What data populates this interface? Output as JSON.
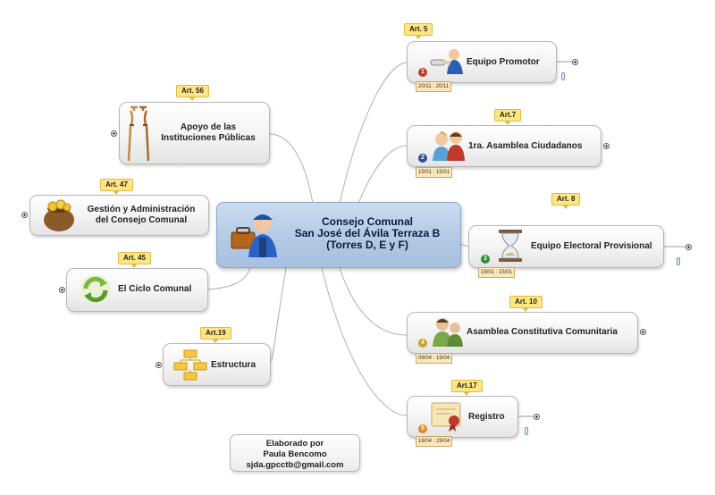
{
  "central": {
    "line1": "Consejo Comunal",
    "line2": "San José del Ávila Terraza B",
    "line3": "(Torres D, E y F)",
    "icon": "worker-toolbox-icon"
  },
  "right_nodes": [
    {
      "label": "Equipo Promotor",
      "art": "Art. 5",
      "priority": "1",
      "dates": "20/11 : 20/11",
      "icon": "handshake-icon"
    },
    {
      "label": "1ra. Asamblea Ciudadanos",
      "art": "Art.7",
      "priority": "2",
      "dates": "15/01 : 15/01",
      "icon": "two-people-icon"
    },
    {
      "label": "Equipo Electoral Provisional",
      "art": "Art. 8",
      "priority": "3",
      "dates": "15/01 : 15/01",
      "icon": "hourglass-icon"
    },
    {
      "label": "Asamblea Constitutiva Comunitaria",
      "art": "Art. 10",
      "priority": "4",
      "dates": "09/04 : 16/04",
      "icon": "group-people-icon"
    },
    {
      "label": "Registro",
      "art": "Art.17",
      "priority": "5",
      "dates": "18/04 : 29/04",
      "icon": "certificate-icon"
    }
  ],
  "left_nodes": [
    {
      "label1": "Apoyo de las",
      "label2": "Instituciones Públicas",
      "art": "Art. 56",
      "icon": "crutches-icon"
    },
    {
      "label1": "Gestión y Administración",
      "label2": "del Consejo Comunal",
      "art": "Art. 47",
      "icon": "money-pot-icon"
    },
    {
      "label1": "El Ciclo Comunal",
      "art": "Art. 45",
      "icon": "cycle-arrows-icon"
    },
    {
      "label1": "Estructura",
      "art": "Art.19",
      "icon": "org-chart-icon"
    }
  ],
  "footer": {
    "line1": "Elaborado por",
    "line2": "Paula Bencomo",
    "line3": "sjda.gpcctb@gmail.com"
  },
  "colors": {
    "central_fill": "#b5cbe6",
    "callout_fill": "#ffe680",
    "priority": [
      "#c0392b",
      "#2c4e9b",
      "#2e8b3a",
      "#c9a227",
      "#d98b2b"
    ]
  }
}
